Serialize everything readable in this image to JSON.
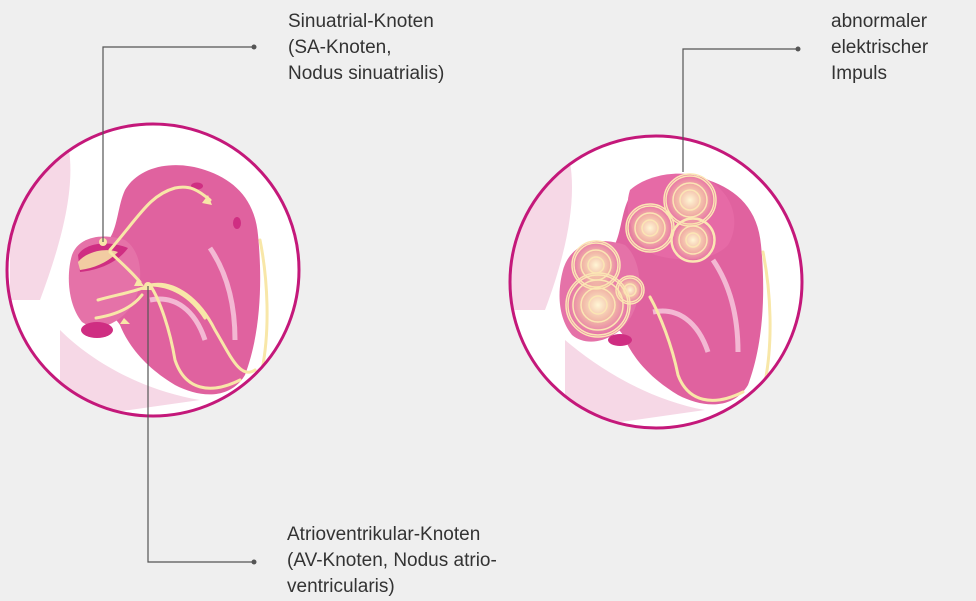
{
  "labels": {
    "sa_node": [
      "Sinuatrial-Knoten",
      "(SA-Knoten,",
      "Nodus sinuatrialis)"
    ],
    "abnormal_impulse": [
      "abnormaler",
      "elektrischer",
      "Impuls"
    ],
    "av_node": [
      "Atrioventrikular-Knoten",
      "(AV-Knoten, Nodus atrio-",
      "ventricularis)"
    ]
  },
  "colors": {
    "background": "#efefef",
    "circle_border": "#c4187a",
    "heart": "#e0629f",
    "heart_dark": "#cf2e82",
    "vessel": "#f6d8e6",
    "conduction": "#f8e7a8",
    "leader_line": "#555555"
  }
}
